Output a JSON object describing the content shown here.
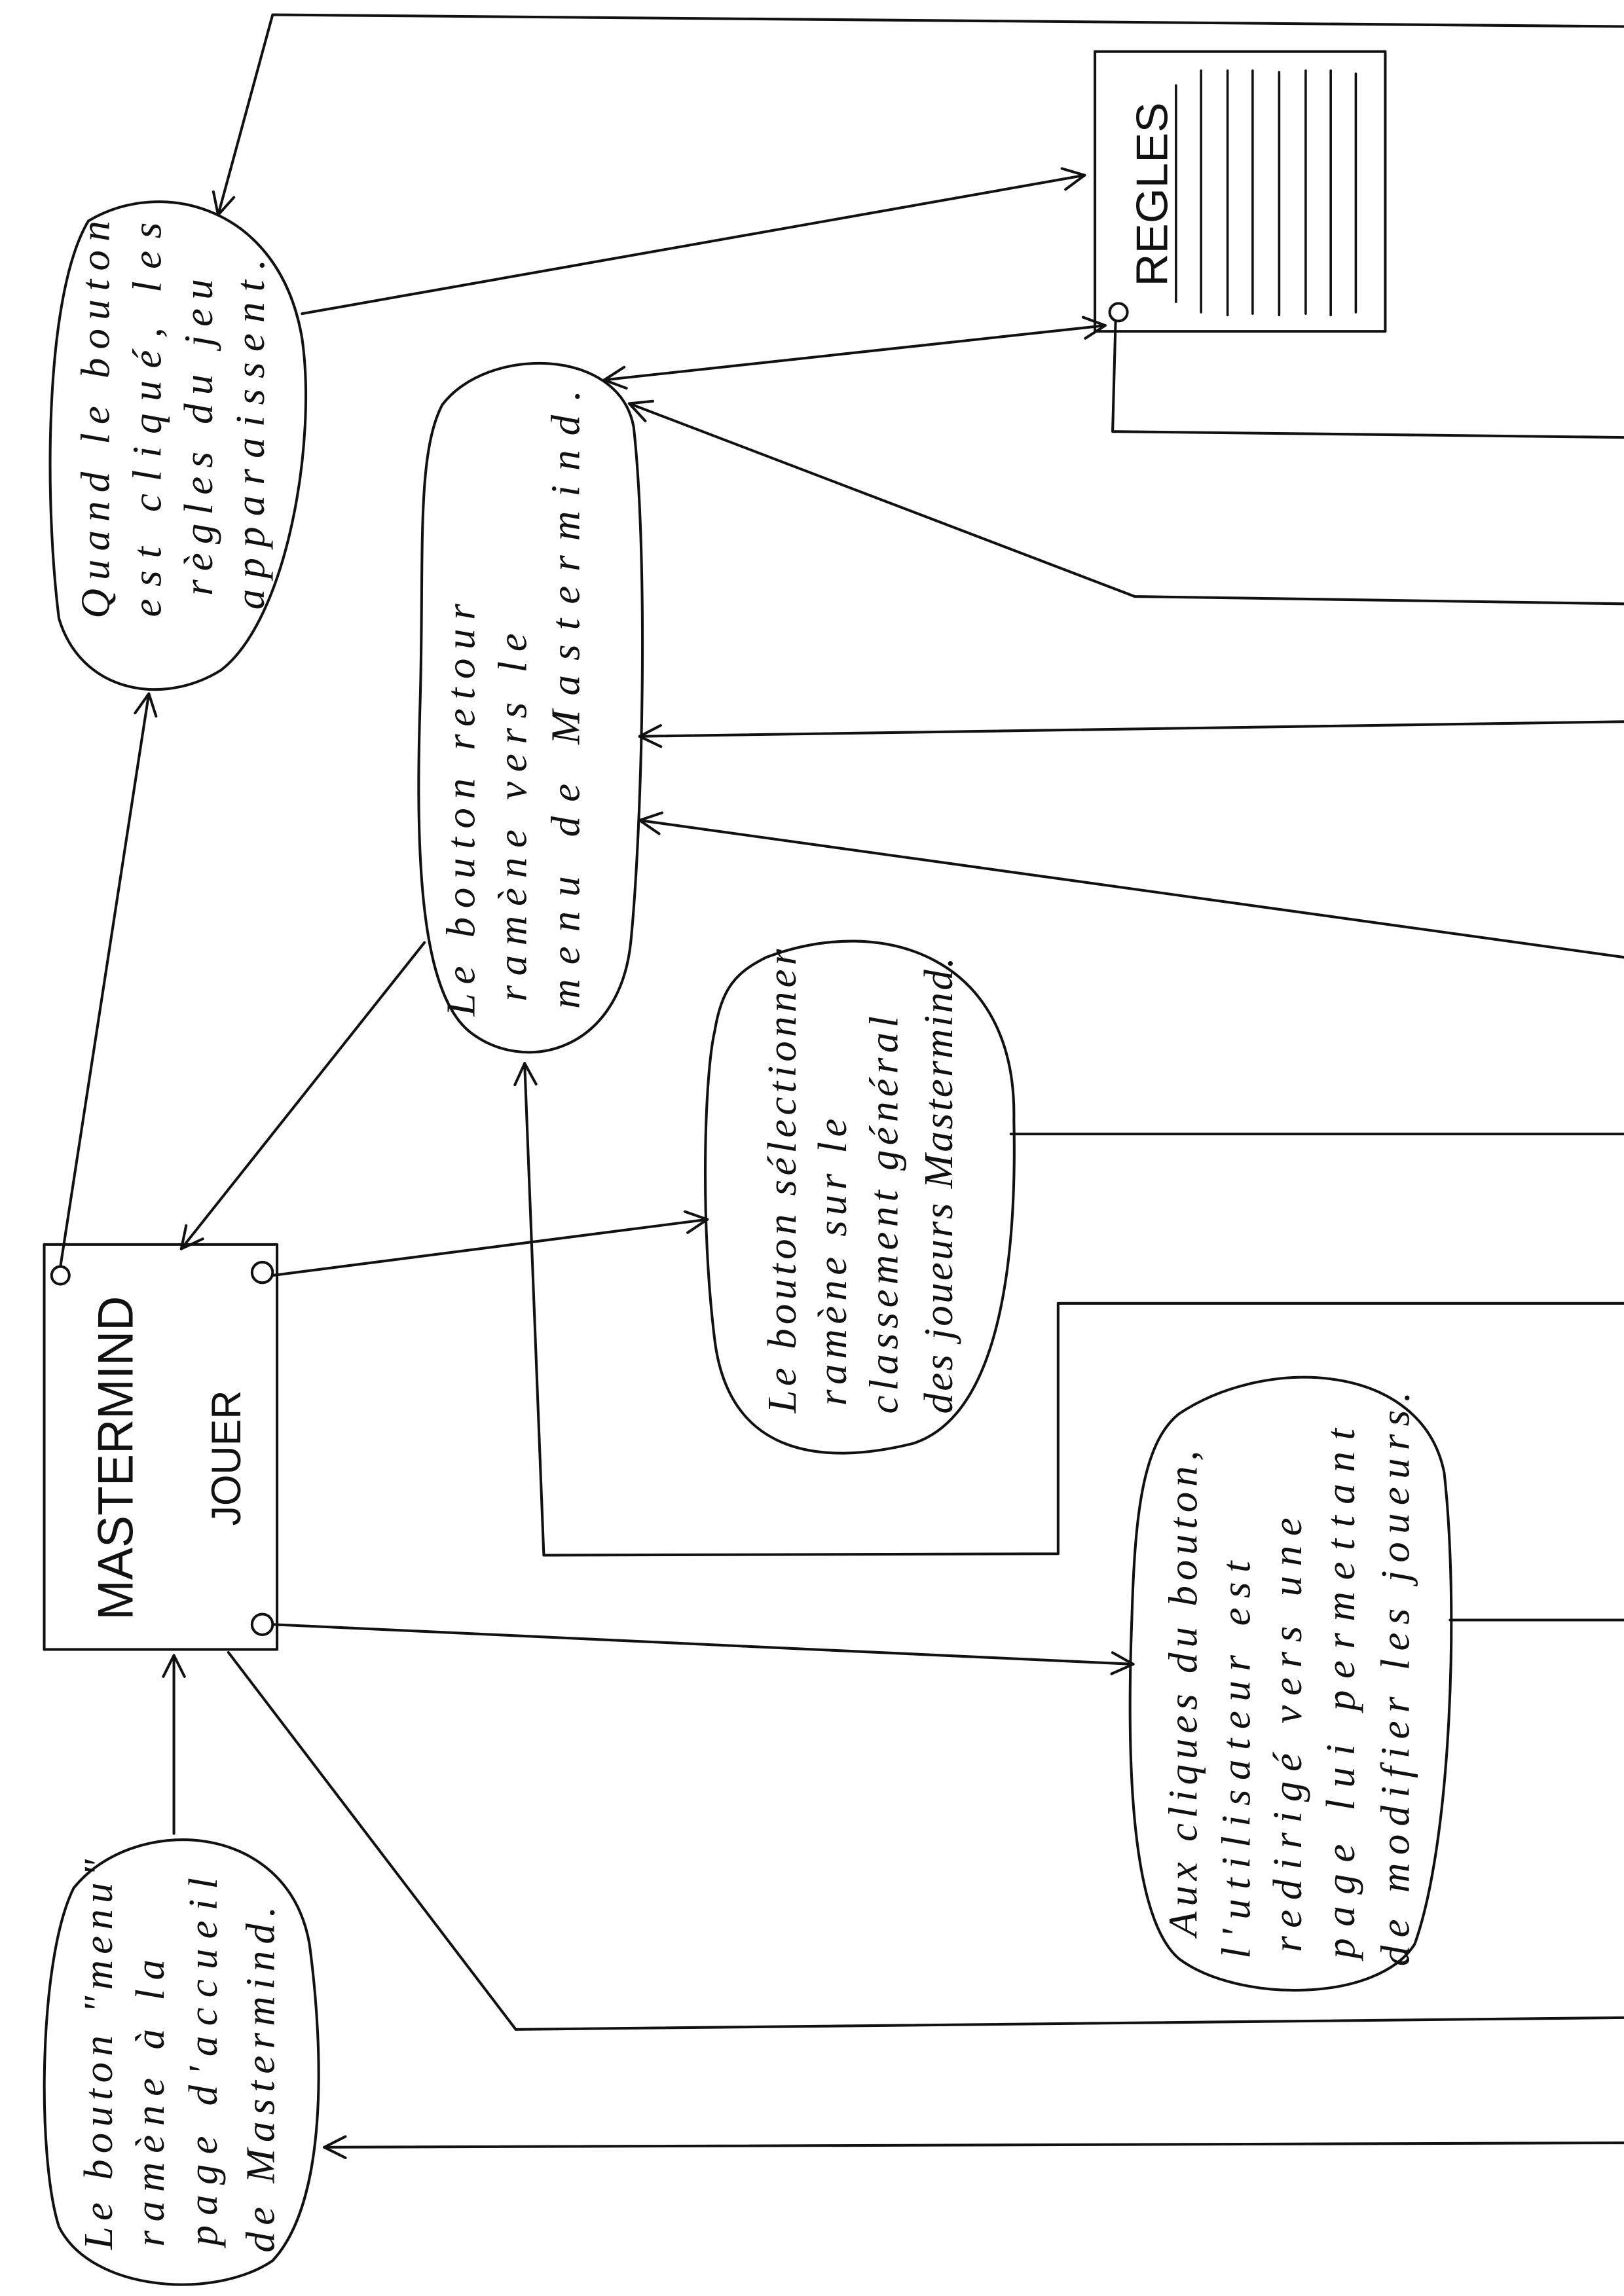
{
  "colors": {
    "ink": "#111111",
    "paper": "#ffffff"
  },
  "diagram": {
    "rules_screen": {
      "label": "REGLES"
    },
    "mastermind_screen": {
      "title": "MASTERMIND",
      "button_label": "JOUER"
    },
    "notes": {
      "rules_button": [
        "Quand le bouton",
        "est cliqué, les",
        "règles du jeu",
        "apparaissent."
      ],
      "back_button": [
        "Le bouton retour",
        "ramène vers le",
        "menu de Mastermind."
      ],
      "select_button": [
        "Le bouton sélectionner",
        "ramène sur le",
        "classement général",
        "des joueurs Mastermind."
      ],
      "edit_players_button": [
        "Aux cliques du bouton,",
        "l'utilisateur est",
        "redirigé vers une",
        "page lui permettant",
        "de modifier les joueurs."
      ],
      "menu_button": [
        "Le bouton \"menu\"",
        "ramène à la",
        "page d'accueil",
        "de Mastermind."
      ]
    }
  }
}
